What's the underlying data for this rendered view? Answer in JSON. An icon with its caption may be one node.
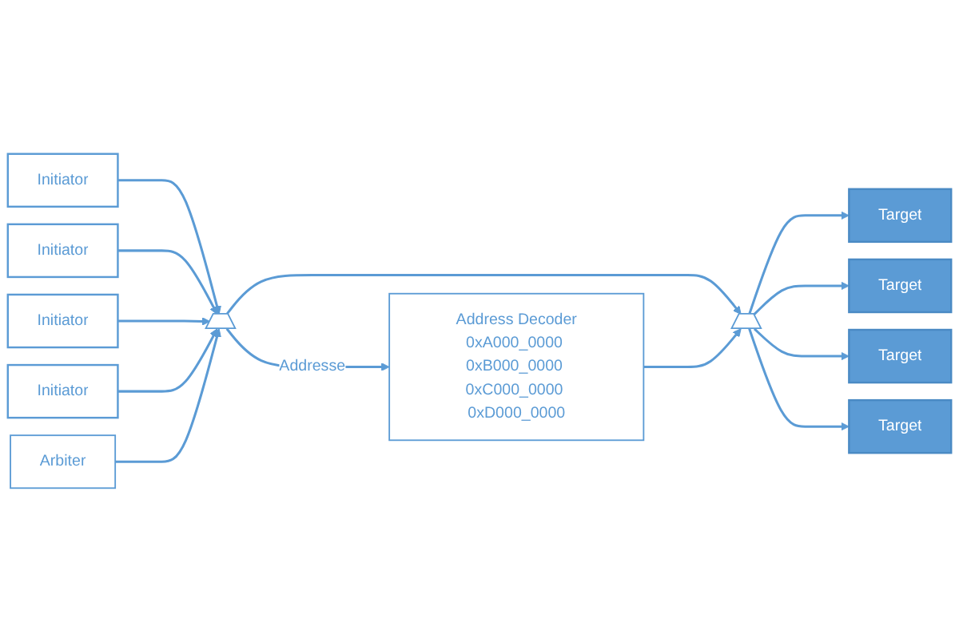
{
  "diagram": {
    "nodes": [
      {
        "text": [
          "Initiator"
        ]
      },
      {
        "text": [
          "Initiator"
        ]
      },
      {
        "text": [
          "Initiator"
        ]
      },
      {
        "text": [
          "Initiator"
        ]
      },
      {
        "text": [],
        "shape": "trapezoid"
      },
      {
        "text": [
          "Arbiter"
        ]
      },
      {
        "text": [
          "Address Decoder",
          "0xA000_0000 0xB000_0000 0xC000_0000 0xD000_0000"
        ]
      },
      {
        "text": [],
        "shape": "trapezoid"
      },
      {
        "text": [
          "Target"
        ]
      },
      {
        "text": [
          "Target"
        ]
      },
      {
        "text": [
          "Target"
        ]
      },
      {
        "text": [
          "Target"
        ]
      }
    ],
    "edges": [
      {
        "from": 0,
        "to": 4,
        "arrow": "to"
      },
      {
        "from": 1,
        "to": 4,
        "arrow": "to"
      },
      {
        "from": 2,
        "to": 4,
        "arrow": "to"
      },
      {
        "from": 3,
        "to": 4,
        "arrow": "to"
      },
      {
        "from": 5,
        "to": 4,
        "arrow": "to"
      },
      {
        "from": 4,
        "to": 6,
        "label": "Addresse",
        "arrow": "to"
      },
      {
        "from": 4,
        "to": 7,
        "arrow": "to"
      },
      {
        "from": 6,
        "to": 7,
        "arrow": "to"
      },
      {
        "from": 7,
        "to": 8,
        "arrow": "to"
      },
      {
        "from": 7,
        "to": 9,
        "arrow": "to"
      },
      {
        "from": 7,
        "to": 10,
        "arrow": "to"
      },
      {
        "from": 7,
        "to": 11,
        "arrow": "to"
      }
    ]
  }
}
